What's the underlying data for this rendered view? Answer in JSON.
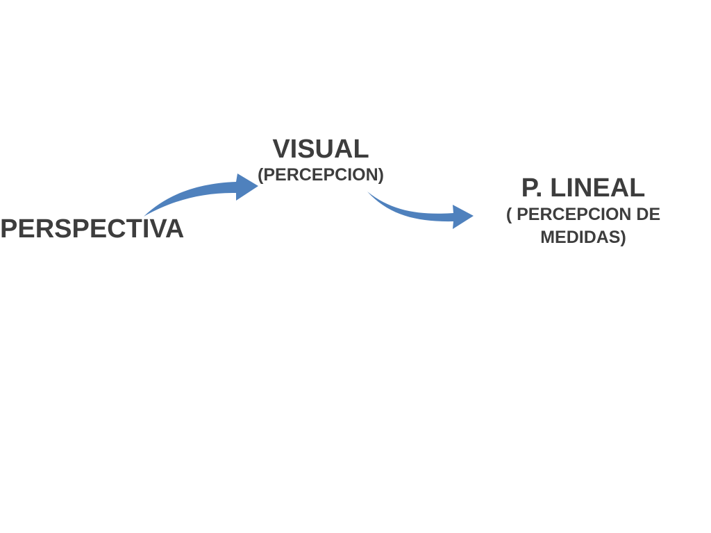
{
  "diagram": {
    "nodes": {
      "perspectiva": {
        "title": "PERSPECTIVA"
      },
      "visual": {
        "title": "VISUAL",
        "subtitle": "(PERCEPCION)"
      },
      "lineal": {
        "title": "P. LINEAL",
        "subtitle": "( PERCEPCION DE MEDIDAS)"
      }
    },
    "edges": [
      {
        "from": "perspectiva",
        "to": "visual"
      },
      {
        "from": "visual",
        "to": "lineal"
      }
    ],
    "colors": {
      "arrow": "#4f81bd",
      "text": "#3d3d3d",
      "background": "#ffffff"
    }
  }
}
